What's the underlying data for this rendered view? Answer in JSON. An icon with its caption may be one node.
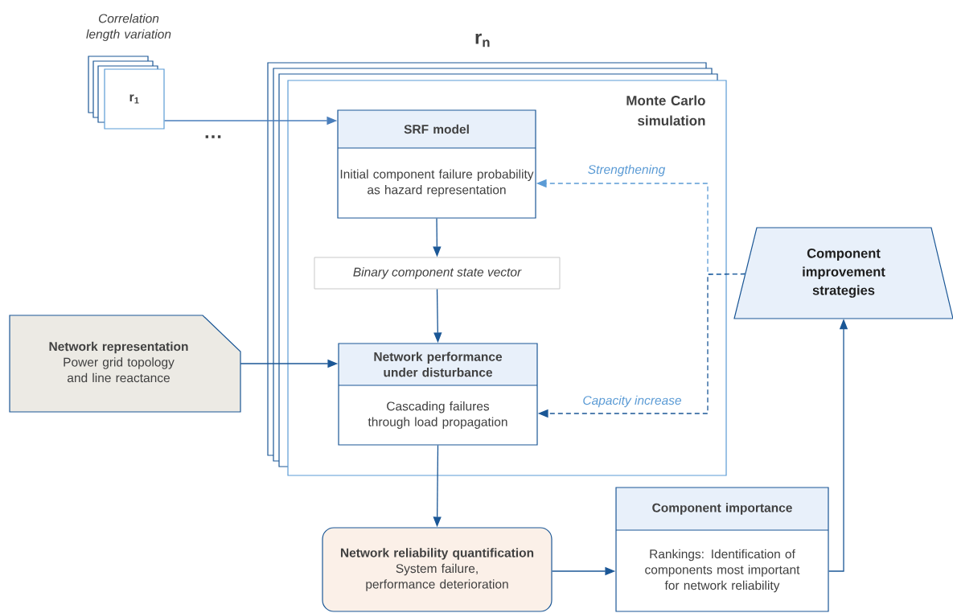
{
  "diagram": {
    "nodes": [
      {
        "text": [
          "r$_{1}$"
        ],
        "beside": [
          "Correlation length variation"
        ]
      },
      {
        "text": [
          "Monte Carlo simulation"
        ],
        "beside": [
          "r$_{n}$"
        ]
      },
      {
        "text": [
          "SRF model",
          "Initial component failure probability as hazard representation"
        ],
        "in": 1
      },
      {
        "text": [
          "Binary component state vector"
        ],
        "in": 1
      },
      {
        "text": [
          "Network performance under disturbance",
          "Cascading failures through load propagation"
        ],
        "in": 1
      },
      {
        "text": [
          "Network representation",
          "Power grid topology and line reactance"
        ]
      },
      {
        "text": [
          "Network reliability quantification",
          "System failure, performance deterioration"
        ]
      },
      {
        "text": [
          "Component importance",
          "Rankings: Identification of components most important for network reliability"
        ]
      },
      {
        "text": [
          "Component improvement strategies"
        ]
      }
    ],
    "edges": [
      {
        "from": 0,
        "to": 2,
        "arrow": "to",
        "color": "#4a7ebb"
      },
      {
        "from": 2,
        "to": 3,
        "arrow": "to"
      },
      {
        "from": 3,
        "to": 4,
        "arrow": "to"
      },
      {
        "from": 5,
        "to": 4,
        "arrow": "to"
      },
      {
        "from": 4,
        "to": 6,
        "arrow": "to"
      },
      {
        "from": 6,
        "to": 7,
        "arrow": "to"
      },
      {
        "from": 7,
        "to": 8,
        "arrow": "to"
      },
      {
        "from": 8,
        "to": 2,
        "arrow": "to",
        "label": "Strengthening",
        "style": "dashed",
        "color": "#5b9bd5"
      },
      {
        "from": 8,
        "to": 4,
        "arrow": "to",
        "label": "Capacity increase",
        "style": "dashed"
      }
    ],
    "labels": [
      "…"
    ]
  }
}
